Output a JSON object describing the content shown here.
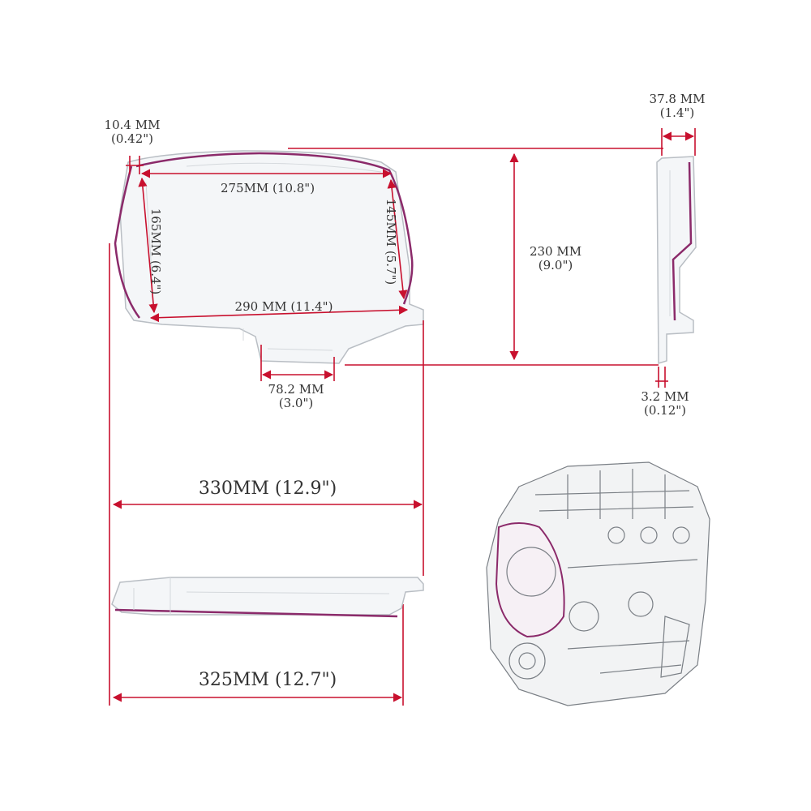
{
  "colors": {
    "dimension_line": "#c8102e",
    "text": "#333333",
    "seal": "#8b2a6a",
    "part_outline": "#bfc3c8"
  },
  "labels": {
    "flange_width": {
      "mm": "10.4 MM",
      "inch": "(0.42\")"
    },
    "top_width": "275MM (10.8\")",
    "left_height": "165MM (6.4\")",
    "right_height": "145MM (5.7\")",
    "bottom_width": "290 MM (11.4\")",
    "notch_width": {
      "mm": "78.2 MM",
      "inch": "(3.0\")"
    },
    "total_height": {
      "mm": "230 MM",
      "inch": "(9.0\")"
    },
    "side_depth": {
      "mm": "37.8 MM",
      "inch": "(1.4\")"
    },
    "side_thickness": {
      "mm": "3.2 MM",
      "inch": "(0.12\")"
    },
    "overall_width": "330MM (12.9\")",
    "base_width": "325MM (12.7\")"
  },
  "images": {
    "front_view": "timing-belt-cover-front",
    "side_view": "timing-belt-cover-side",
    "bottom_view": "timing-belt-cover-bottom",
    "engine_view": "engine-illustration"
  }
}
